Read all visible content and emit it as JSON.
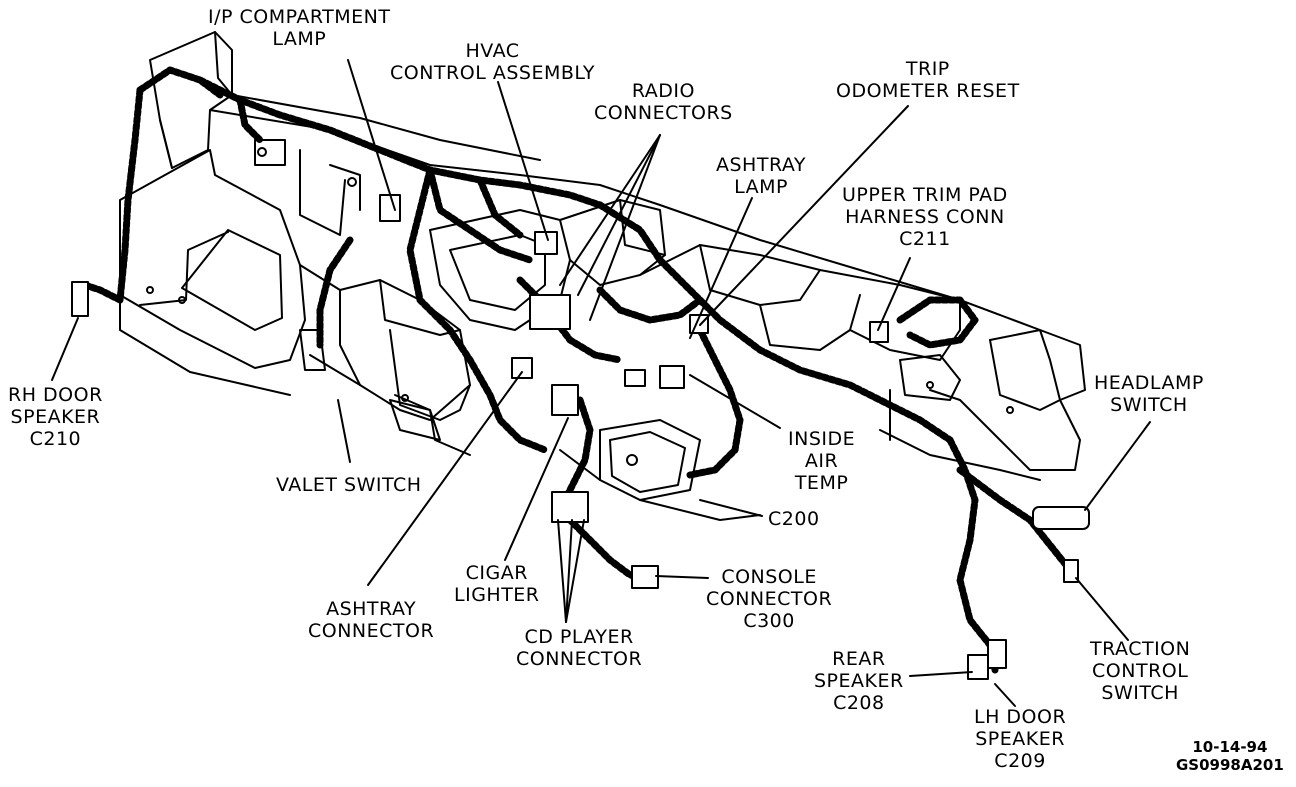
{
  "figure": {
    "date_stamp": "10-14-94",
    "figure_code": "GS0998A201"
  },
  "labels": {
    "ip_compartment_lamp": [
      "I/P COMPARTMENT",
      "LAMP"
    ],
    "hvac_control_assembly": [
      "HVAC",
      "CONTROL ASSEMBLY"
    ],
    "radio_connectors": [
      "RADIO",
      "CONNECTORS"
    ],
    "trip_odometer_reset": [
      "TRIP",
      "ODOMETER RESET"
    ],
    "ashtray_lamp": [
      "ASHTRAY",
      "LAMP"
    ],
    "upper_trim_pad": [
      "UPPER TRIM PAD",
      "HARNESS CONN",
      "C211"
    ],
    "rh_door_speaker": [
      "RH DOOR",
      "SPEAKER",
      "C210"
    ],
    "headlamp_switch": [
      "HEADLAMP",
      "SWITCH"
    ],
    "valet_switch": [
      "VALET SWITCH"
    ],
    "inside_air_temp": [
      "INSIDE",
      "AIR",
      "TEMP"
    ],
    "c200": [
      "C200"
    ],
    "cigar_lighter": [
      "CIGAR",
      "LIGHTER"
    ],
    "console_connector": [
      "CONSOLE",
      "CONNECTOR",
      "C300"
    ],
    "ashtray_connector": [
      "ASHTRAY",
      "CONNECTOR"
    ],
    "cd_player_connector": [
      "CD PLAYER",
      "CONNECTOR"
    ],
    "rear_speaker": [
      "REAR",
      "SPEAKER",
      "C208"
    ],
    "lh_door_speaker": [
      "LH DOOR",
      "SPEAKER",
      "C209"
    ],
    "traction_control_switch": [
      "TRACTION",
      "CONTROL",
      "SWITCH"
    ]
  }
}
